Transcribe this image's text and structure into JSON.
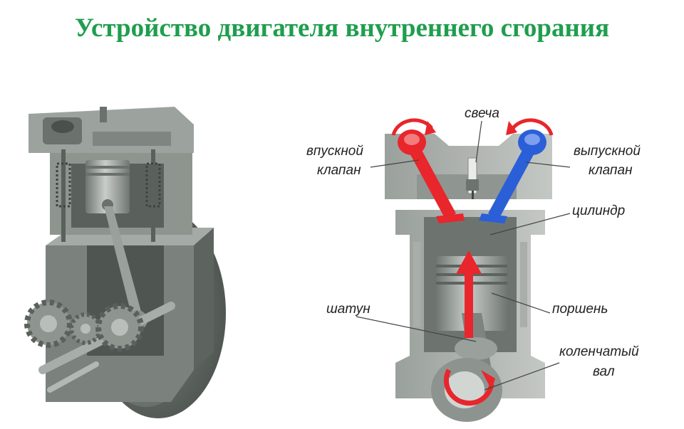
{
  "title": "Устройство двигателя внутреннего сгорания",
  "labels": {
    "spark_plug": "свеча",
    "intake_valve_1": "впускной",
    "intake_valve_2": "клапан",
    "exhaust_valve_1": "выпускной",
    "exhaust_valve_2": "клапан",
    "cylinder": "цилиндр",
    "connecting_rod": "шатун",
    "piston": "поршень",
    "crankshaft_1": "коленчатый",
    "crankshaft_2": "вал"
  },
  "colors": {
    "title": "#1f9e4e",
    "intake": "#e8262b",
    "exhaust": "#2a5fd8",
    "arrow": "#e8262b",
    "metal": "#8a928c"
  }
}
